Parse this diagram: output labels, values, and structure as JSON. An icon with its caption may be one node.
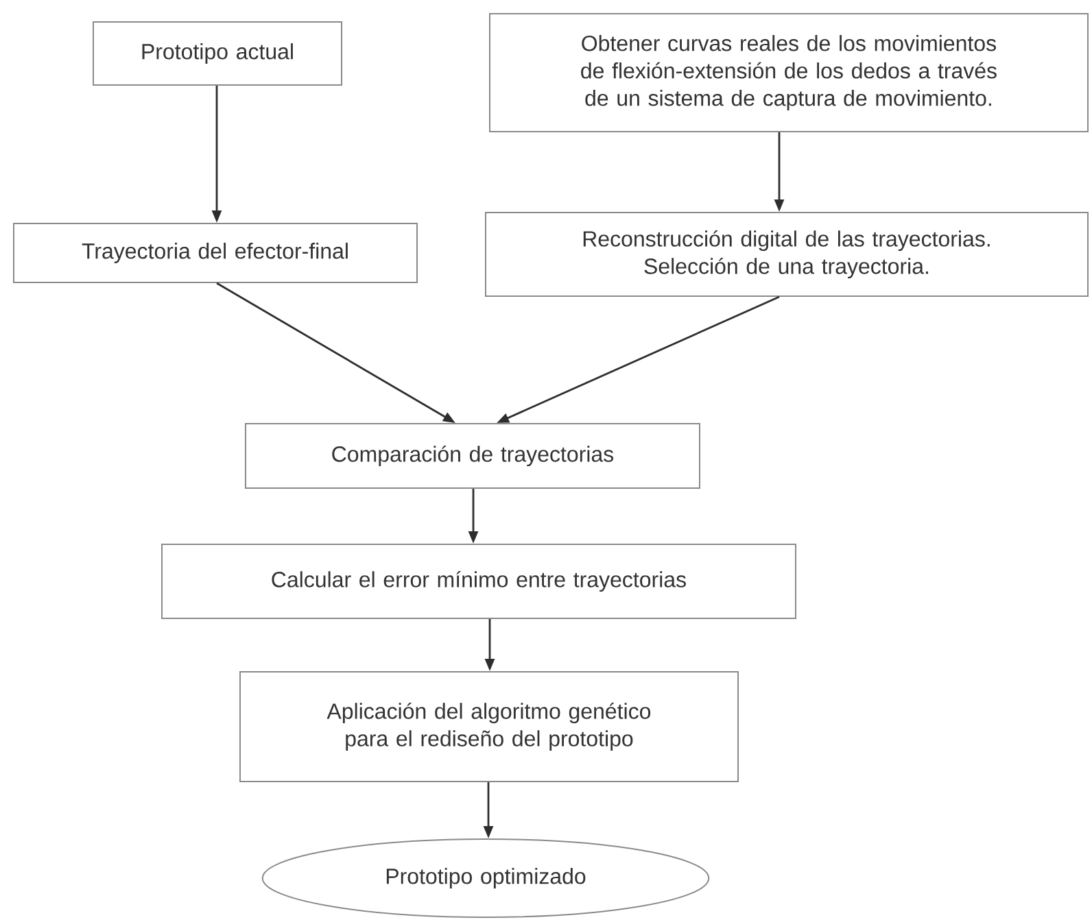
{
  "diagram": {
    "nodes": [
      {
        "text": [
          "Prototipo actual"
        ]
      },
      {
        "text": [
          "Obtener curvas reales de los movimientos de flexión-extensión de los dedos a través de un sistema de captura de movimiento."
        ]
      },
      {
        "text": [
          "Trayectoria del efector-final"
        ]
      },
      {
        "text": [
          "Reconstrucción digital de las trayectorias. Selección de una trayectoria."
        ]
      },
      {
        "text": [
          "Comparación de trayectorias"
        ]
      },
      {
        "text": [
          "Calcular el error mínimo entre trayectorias"
        ]
      },
      {
        "text": [
          "Aplicación del algoritmo genético para el rediseño del prototipo"
        ]
      },
      {
        "text": [
          "Prototipo optimizado"
        ]
      }
    ],
    "edges": [
      {
        "from": 0,
        "to": 2,
        "arrow": "to"
      },
      {
        "from": 1,
        "to": 3,
        "arrow": "to"
      },
      {
        "from": 2,
        "to": 4,
        "arrow": "to"
      },
      {
        "from": 3,
        "to": 4,
        "arrow": "to"
      },
      {
        "from": 4,
        "to": 5,
        "arrow": "to"
      },
      {
        "from": 5,
        "to": 6,
        "arrow": "to"
      },
      {
        "from": 6,
        "to": 7,
        "arrow": "to"
      }
    ]
  }
}
